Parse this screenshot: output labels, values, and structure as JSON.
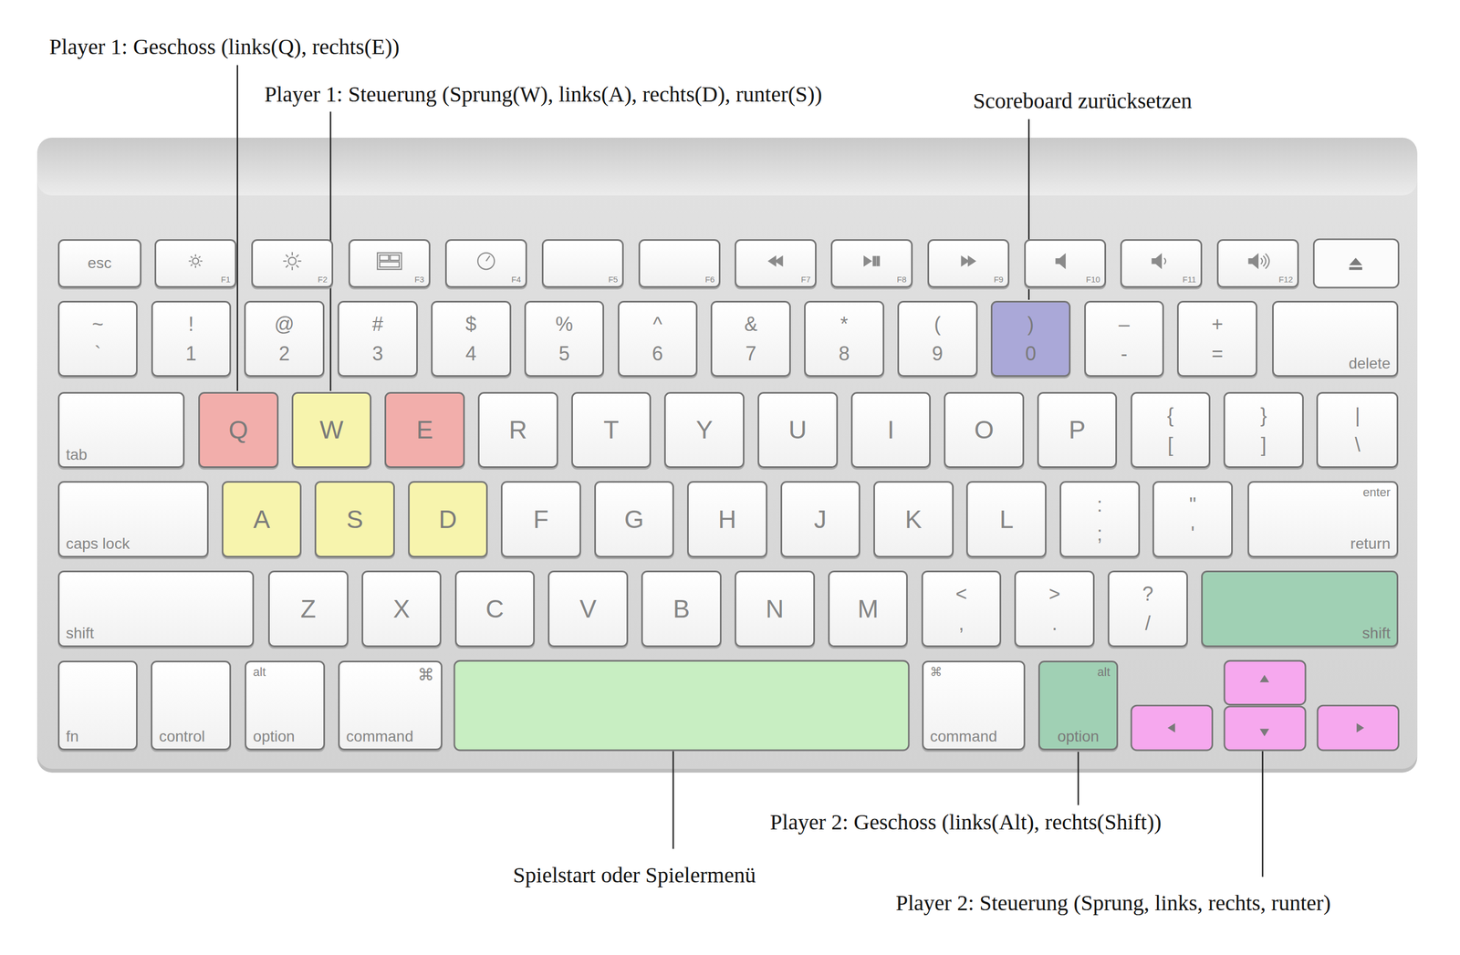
{
  "diagram": {
    "nodes": [
      {
        "text": [
          "esc"
        ]
      },
      {
        "text": [
          "F1"
        ]
      },
      {
        "text": [
          "F2"
        ]
      },
      {
        "text": [
          "F3"
        ]
      },
      {
        "text": [
          "F4"
        ]
      },
      {
        "text": [
          "F5"
        ]
      },
      {
        "text": [
          "F6"
        ]
      },
      {
        "text": [
          "F7"
        ]
      },
      {
        "text": [
          "F8"
        ]
      },
      {
        "text": [
          "F9"
        ]
      },
      {
        "text": [
          "F10"
        ]
      },
      {
        "text": [
          "F11"
        ]
      },
      {
        "text": [
          "F12"
        ]
      },
      {
        "text": [
          "~",
          "`"
        ]
      },
      {
        "text": [
          "!",
          "1"
        ]
      },
      {
        "text": [
          "@",
          "2"
        ]
      },
      {
        "text": [
          "#",
          "3"
        ]
      },
      {
        "text": [
          "$",
          "4"
        ]
      },
      {
        "text": [
          "%",
          "5"
        ]
      },
      {
        "text": [
          "^",
          "6"
        ]
      },
      {
        "text": [
          "&",
          "7"
        ]
      },
      {
        "text": [
          "*",
          "8"
        ]
      },
      {
        "text": [
          "(",
          "9"
        ]
      },
      {
        "text": [
          ")",
          "0"
        ]
      },
      {
        "text": [
          "–",
          "-"
        ]
      },
      {
        "text": [
          "+",
          "="
        ]
      },
      {
        "text": [
          "delete"
        ]
      },
      {
        "text": [
          "tab"
        ]
      },
      {
        "text": [
          "Q"
        ]
      },
      {
        "text": [
          "W"
        ]
      },
      {
        "text": [
          "E"
        ]
      },
      {
        "text": [
          "R"
        ]
      },
      {
        "text": [
          "T"
        ]
      },
      {
        "text": [
          "Y"
        ]
      },
      {
        "text": [
          "U"
        ]
      },
      {
        "text": [
          "I"
        ]
      },
      {
        "text": [
          "O"
        ]
      },
      {
        "text": [
          "P"
        ]
      },
      {
        "text": [
          "{",
          "["
        ]
      },
      {
        "text": [
          "}",
          "]"
        ]
      },
      {
        "text": [
          "|",
          "\\"
        ]
      },
      {
        "text": [
          "caps lock"
        ]
      },
      {
        "text": [
          "A"
        ]
      },
      {
        "text": [
          "S"
        ]
      },
      {
        "text": [
          "D"
        ]
      },
      {
        "text": [
          "F"
        ]
      },
      {
        "text": [
          "G"
        ]
      },
      {
        "text": [
          "H"
        ]
      },
      {
        "text": [
          "J"
        ]
      },
      {
        "text": [
          "K"
        ]
      },
      {
        "text": [
          "L"
        ]
      },
      {
        "text": [
          ":",
          ";"
        ]
      },
      {
        "text": [
          "\"",
          "'"
        ]
      },
      {
        "text": [
          "enter",
          "return"
        ]
      },
      {
        "text": [
          "shift"
        ]
      },
      {
        "text": [
          "Z"
        ]
      },
      {
        "text": [
          "X"
        ]
      },
      {
        "text": [
          "C"
        ]
      },
      {
        "text": [
          "V"
        ]
      },
      {
        "text": [
          "B"
        ]
      },
      {
        "text": [
          "N"
        ]
      },
      {
        "text": [
          "M"
        ]
      },
      {
        "text": [
          "<",
          ","
        ]
      },
      {
        "text": [
          ">",
          "."
        ]
      },
      {
        "text": [
          "?",
          "/"
        ]
      },
      {
        "text": [
          "shift"
        ]
      },
      {
        "text": [
          "fn"
        ]
      },
      {
        "text": [
          "control"
        ]
      },
      {
        "text": [
          "alt",
          "option"
        ]
      },
      {
        "text": [
          "⌘",
          "command"
        ]
      },
      {
        "text": [
          "⌘",
          "command"
        ]
      },
      {
        "text": [
          "alt",
          "option"
        ]
      }
    ],
    "labels": [
      "Player 1: Geschoss (links(Q), rechts(E))",
      "Player 1: Steuerung (Sprung(W), links(A), rechts(D), runter(S))",
      "Scoreboard zurücksetzen",
      "Player 2: Geschoss (links(Alt), rechts(Shift))",
      "Spielstart oder Spielermenü",
      "Player 2: Steuerung (Sprung, links, rechts, runter)"
    ]
  }
}
